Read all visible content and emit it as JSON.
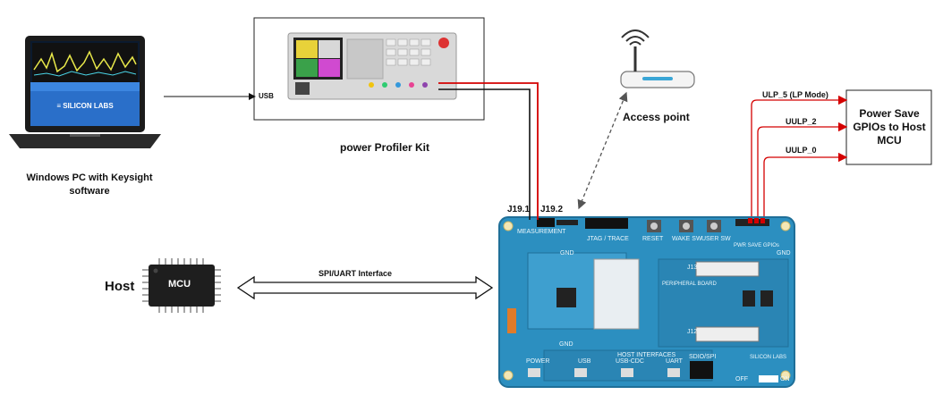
{
  "labels": {
    "windows_pc": "Windows PC with Keysight software",
    "power_profiler": "power Profiler Kit",
    "usb": "USB",
    "access_point": "Access point",
    "host": "Host",
    "mcu_chip": "MCU",
    "spi_uart": "SPI/UART Interface",
    "j19_1": "J19.1",
    "j19_2": "J19.2",
    "power_save_box": "Power Save GPIOs to Host MCU",
    "ulp_5": "ULP_5 (LP Mode)",
    "uulp_2": "UULP_2",
    "uulp_0": "UULP_0"
  },
  "board": {
    "jtag": "JTAG / TRACE",
    "reset": "RESET",
    "wake_sw": "WAKE SW",
    "user_sw": "USER SW",
    "measurement": "MEASUREMENT",
    "power": "POWER",
    "usb": "USB",
    "usb_cdc": "USB-CDC",
    "uart": "UART",
    "sdio_spi": "SDIO/SPI",
    "host_interfaces": "HOST INTERFACES",
    "gnd": "GND",
    "pwr_save_gpios": "PWR SAVE GPIOs",
    "j13": "J13",
    "j12": "J12",
    "peripheral": "PERIPHERAL BOARD",
    "off": "OFF",
    "on": "ON",
    "brand": "SILICON LABS"
  },
  "colors": {
    "power_line": "#d40000",
    "return_line": "#111111",
    "pcb": "#2c8fc0",
    "pcb_dark": "#1f6f98",
    "arrow_dashed": "#555555"
  }
}
